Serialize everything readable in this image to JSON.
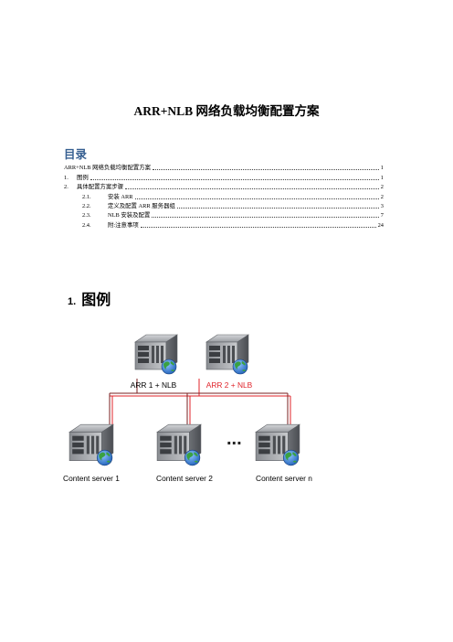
{
  "document": {
    "title": "ARR+NLB 网络负载均衡配置方案"
  },
  "toc": {
    "heading": "目录",
    "entries": [
      {
        "level": 1,
        "num": "",
        "text": "ARR+NLB 网络负载均衡配置方案",
        "page": "1"
      },
      {
        "level": 1,
        "num": "1.",
        "text": "图例",
        "page": "1"
      },
      {
        "level": 1,
        "num": "2.",
        "text": "具体配置方案步骤",
        "page": "2"
      },
      {
        "level": 2,
        "num": "2.1.",
        "text": "安装 ARR",
        "page": "2"
      },
      {
        "level": 2,
        "num": "2.2.",
        "text": "定义及配置 ARR 服务器组",
        "page": "3"
      },
      {
        "level": 2,
        "num": "2.3.",
        "text": "NLB 安装及配置",
        "page": "7"
      },
      {
        "level": 2,
        "num": "2.4.",
        "text": "附:注意事项",
        "page": "24"
      }
    ]
  },
  "section1": {
    "num": "1.",
    "title": "图例"
  },
  "diagram": {
    "ellipsis": "...",
    "arr_servers": [
      {
        "label": "ARR 1 + NLB",
        "color": "#000000"
      },
      {
        "label": "ARR 2 + NLB",
        "color": "#e0232a"
      }
    ],
    "content_servers": [
      {
        "label": "Content server 1"
      },
      {
        "label": "Content server 2"
      },
      {
        "label": "Content server n"
      }
    ],
    "colors": {
      "arr1_line": "#7a1f1f",
      "arr2_line": "#e0232a",
      "globe_blue": "#2a6cc8",
      "globe_green": "#3aa142"
    }
  }
}
